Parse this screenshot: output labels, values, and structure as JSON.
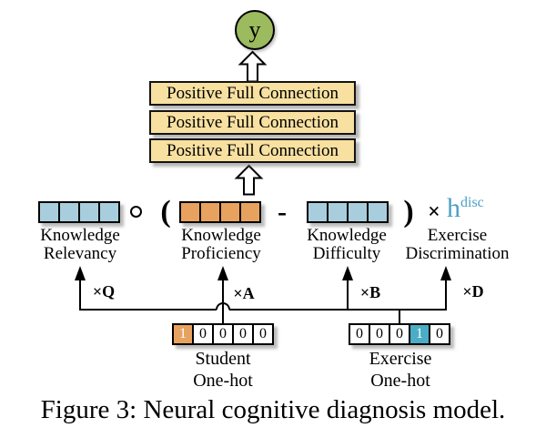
{
  "colors": {
    "node_green": "#9CBA5E",
    "layer_yellow": "#F7E0A0",
    "vector_blue": "#A8CEDD",
    "vector_orange": "#E8A25F",
    "hot_teal": "#4BACC6",
    "hdisc_text": "#4DA0C6",
    "line_black": "#000000"
  },
  "output_node": {
    "label": "y"
  },
  "layers": [
    "Positive Full Connection",
    "Positive Full Connection",
    "Positive Full Connection"
  ],
  "formula": {
    "operators": {
      "hadamard": "∘",
      "lparen": "(",
      "minus": "-",
      "rparen": ")",
      "times": "×"
    },
    "relevancy": {
      "line1": "Knowledge",
      "line2": "Relevancy"
    },
    "proficiency": {
      "line1": "Knowledge",
      "line2": "Proficiency"
    },
    "difficulty": {
      "line1": "Knowledge",
      "line2": "Difficulty"
    },
    "discrimination": {
      "line1": "Exercise",
      "line2": "Discrimination",
      "symbol_base": "h",
      "symbol_sup": "disc"
    }
  },
  "multipliers": {
    "q": "×Q",
    "a": "×A",
    "b": "×B",
    "d": "×D"
  },
  "onehots": {
    "student": {
      "cells": [
        "1",
        "0",
        "0",
        "0",
        "0"
      ],
      "label_line1": "Student",
      "label_line2": "One-hot"
    },
    "exercise": {
      "cells": [
        "0",
        "0",
        "0",
        "1",
        "0"
      ],
      "label_line1": "Exercise",
      "label_line2": "One-hot"
    }
  },
  "caption": "Figure 3: Neural cognitive diagnosis model."
}
